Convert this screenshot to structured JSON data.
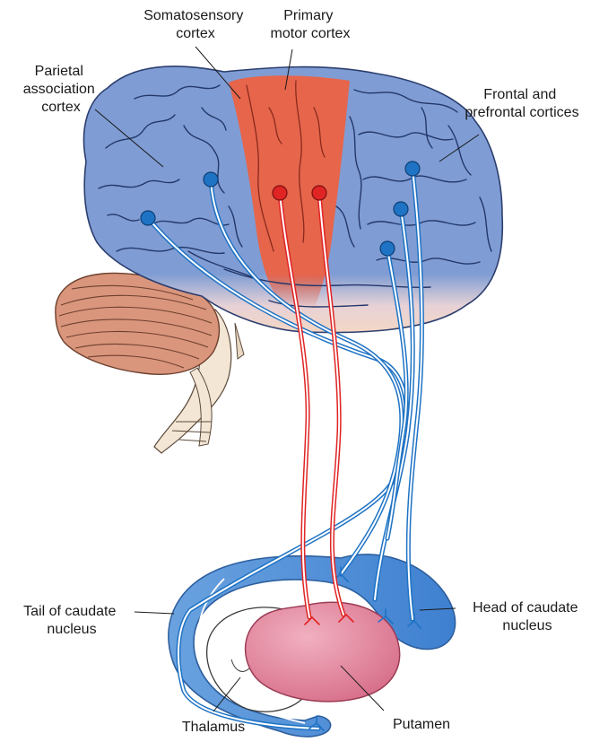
{
  "labels": {
    "somatosensory": [
      "Somatosensory",
      "cortex"
    ],
    "motor": [
      "Primary",
      "motor cortex"
    ],
    "parietal": [
      "Parietal",
      "association",
      "cortex"
    ],
    "frontal": [
      "Frontal and",
      "prefrontal cortices"
    ],
    "tail": [
      "Tail of caudate",
      "nucleus"
    ],
    "head": [
      "Head of caudate",
      "nucleus"
    ],
    "thalamus": [
      "Thalamus"
    ],
    "putamen": [
      "Putamen"
    ]
  },
  "colors": {
    "cortex_blue": "#7d9bd3",
    "motor_red": "#e2664d",
    "skin": "#f4d6c4",
    "cerebellum": "#d9967c",
    "caudate_blue": "#4f8fd8",
    "putamen_pink": "#e58a9f",
    "fiber_blue": "#1f73c4",
    "fiber_red": "#e02424"
  },
  "icons": {
    "neuron_cell_body": "circle",
    "axon_terminal": "branching-ending"
  }
}
